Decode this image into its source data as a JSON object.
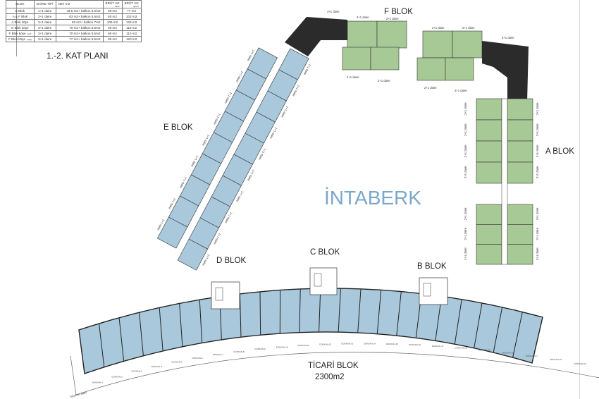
{
  "table": {
    "headers": {
      "blok": "BLOK",
      "type": "DAİRE TİPİ",
      "net": "NET m2",
      "brut_daire": "BRÜT m2",
      "brut_daire_sub": "daire",
      "brut_genel": "BRÜT m2",
      "brut_genel_sub": "genel"
    },
    "rows": [
      {
        "blok": "E Blok",
        "type": "1+1 daire",
        "net": "43.5 m2+ balkon 5.5m2",
        "brut_daire": "58 m2",
        "brut_genel": "77 m2"
      },
      {
        "blok": "A & F Blok",
        "type": "2+1 daire",
        "net": "63 m2+ balkon 5.5m2",
        "brut_daire": "80 m2",
        "brut_genel": "102 m2"
      },
      {
        "blok": "A Blok köşe",
        "type": "3+1 daire",
        "net": "82 m2+ balkon 7m2",
        "brut_daire": "105 m2",
        "brut_genel": "126 m2"
      },
      {
        "blok": "E Blok köşe",
        "type": "3+1 daire",
        "net": "70 m2+ balkon 5.5m2",
        "brut_daire": "90 m2",
        "brut_genel": "110 m2"
      },
      {
        "blok": "F Blok köşe",
        "blok_sub": "(sol)",
        "type": "3+1 daire",
        "net": "70 m2+ balkon 5.5m2",
        "brut_daire": "90 m2",
        "brut_genel": "110 m2"
      },
      {
        "blok": "F Blok köşe",
        "blok_sub": "(sağ)",
        "type": "3+1 daire",
        "net": "77 m2+ balkon 5.5m2",
        "brut_daire": "99 m2",
        "brut_genel": "120 m2"
      }
    ]
  },
  "plan_title": "1.-2. KAT PLANI",
  "blocks": {
    "f": "F BLOK",
    "e": "E BLOK",
    "a": "A BLOK",
    "d": "D BLOK",
    "c": "C BLOK",
    "b": "B BLOK",
    "ticari": "TİCARİ BLOK",
    "ticari_area": "2300m2"
  },
  "unit_labels": {
    "one": "1+1 daire",
    "two": "2+1 daire",
    "three": "3+1 daire"
  },
  "shops_prefix": "DÜKKAN-",
  "shop_count": 23,
  "buyume_alani": "büyüme alanı",
  "watermark": "İNTABERK",
  "colors": {
    "e_blok": "#a9c8dc",
    "fa_blok": "#a7c995",
    "corner": "#2b2b2b",
    "ticari": "#a9c8dc",
    "line": "#333333"
  }
}
